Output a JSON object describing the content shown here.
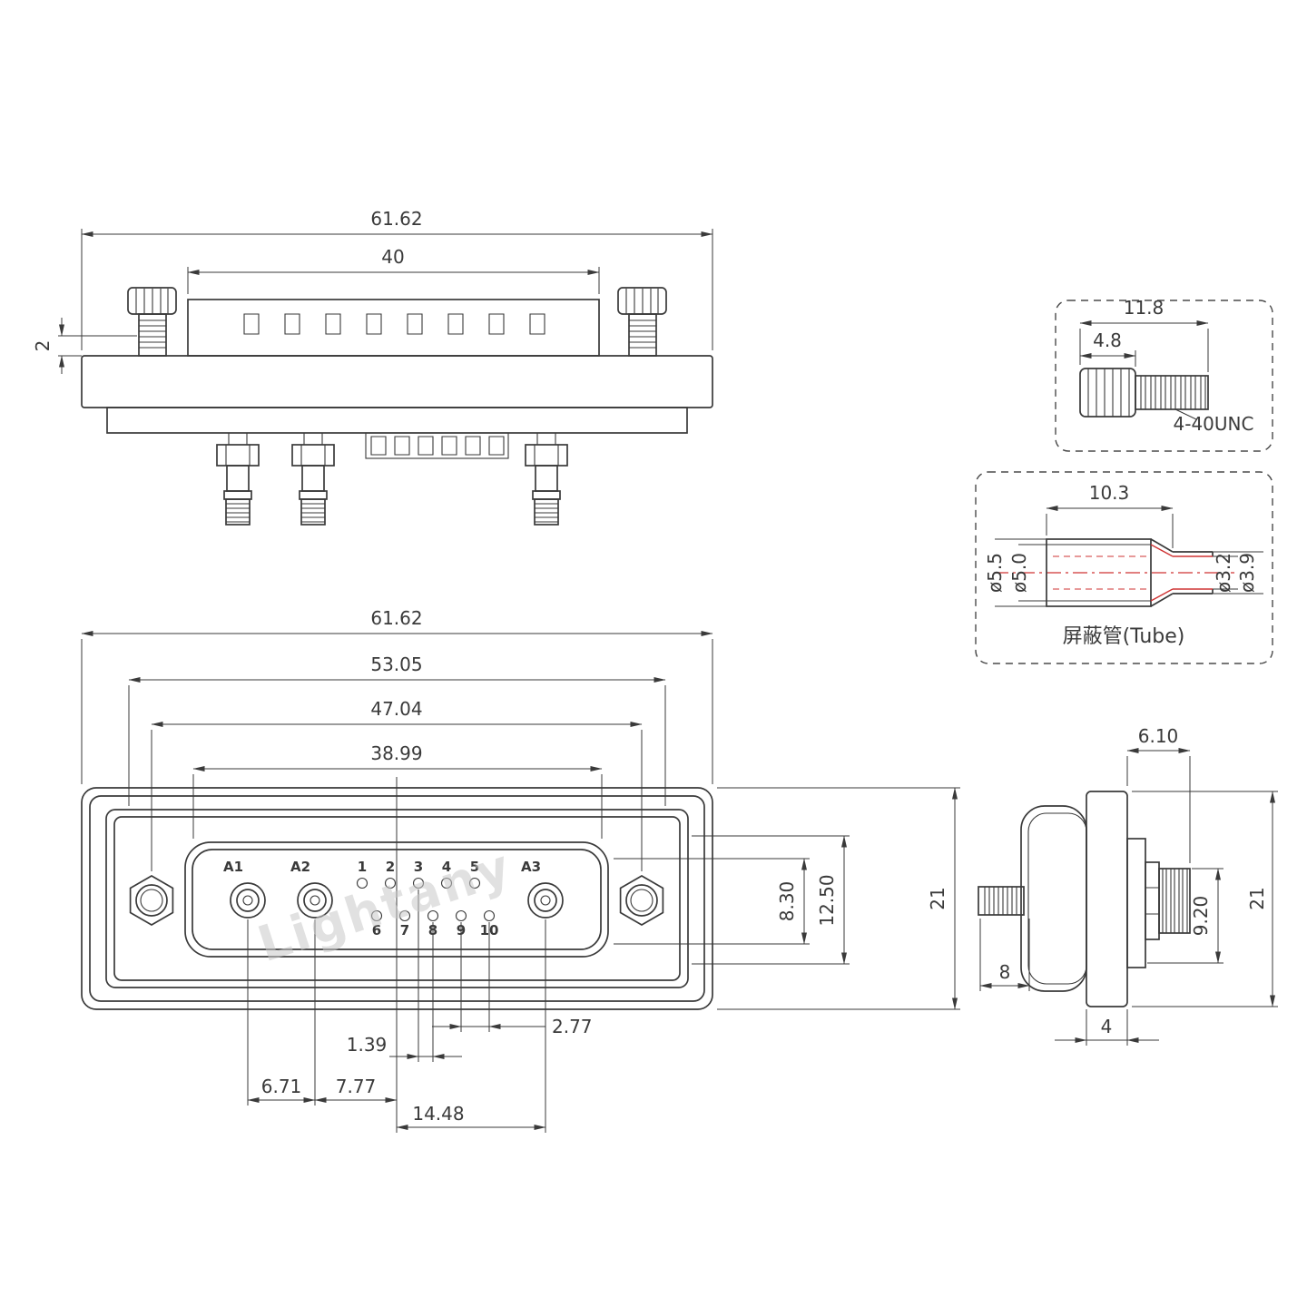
{
  "watermark": "Lightany",
  "rear_view": {
    "dim_overall_width": "61.62",
    "dim_insert_width": "40",
    "dim_standoff": "2"
  },
  "front_view": {
    "dim_overall_width": "61.62",
    "dim_flange_width": "53.05",
    "dim_mount_pitch": "47.04",
    "dim_insert_width": "38.99",
    "dim_opening_height": "8.30",
    "dim_shell_height": "12.50",
    "dim_flange_height": "21",
    "dim_pin_pitch": "2.77",
    "dim_row_offset": "1.39",
    "dim_a1_a2": "6.71",
    "dim_a2_axis": "7.77",
    "dim_axis_a3": "14.48",
    "coax_pins": [
      "A1",
      "A2",
      "A3"
    ],
    "pins_top": [
      "1",
      "2",
      "3",
      "4",
      "5"
    ],
    "pins_bottom": [
      "6",
      "7",
      "8",
      "9",
      "10"
    ]
  },
  "screw_detail": {
    "dim_length": "11.8",
    "dim_head_length": "4.8",
    "thread_label": "4-40UNC"
  },
  "tube_detail": {
    "dim_length": "10.3",
    "dim_outer_dia": "ø5.5",
    "dim_inner_dia": "ø5.0",
    "dim_small_bore": "ø3.2",
    "dim_small_outer": "ø3.9",
    "label": "屏蔽管(Tube)"
  },
  "side_view": {
    "dim_front_protrusion": "6.10",
    "dim_screw_dia": "9.20",
    "dim_flange_height": "21",
    "dim_contact_length": "8",
    "dim_flange_thickness": "4"
  }
}
